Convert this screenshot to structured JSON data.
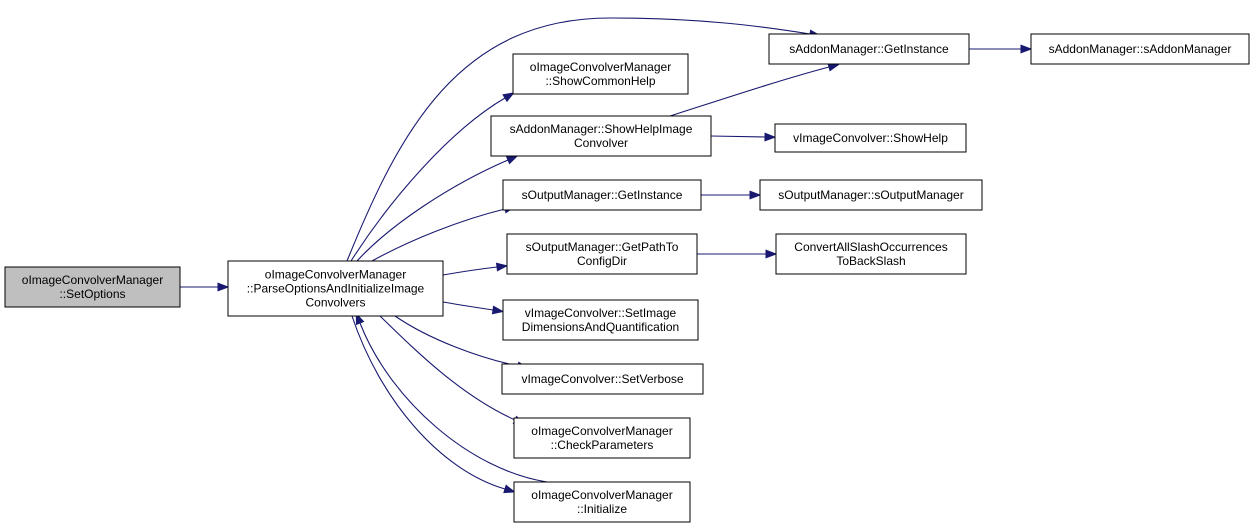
{
  "diagram": {
    "colors": {
      "edge": "#191970",
      "node_border": "#000000",
      "node_fill": "#ffffff",
      "root_fill": "#bfbfbf"
    },
    "nodes": [
      {
        "id": "set_options",
        "kind": "root",
        "lines": [
          "oImageConvolverManager",
          "::SetOptions"
        ]
      },
      {
        "id": "parse_options",
        "lines": [
          "oImageConvolverManager",
          "::ParseOptionsAndInitializeImage",
          "Convolvers"
        ]
      },
      {
        "id": "show_common_help",
        "lines": [
          "oImageConvolverManager",
          "::ShowCommonHelp"
        ]
      },
      {
        "id": "show_help_image_convolver",
        "lines": [
          "sAddonManager::ShowHelpImage",
          "Convolver"
        ]
      },
      {
        "id": "output_get_instance",
        "lines": [
          "sOutputManager::GetInstance"
        ]
      },
      {
        "id": "get_path_to_config_dir",
        "lines": [
          "sOutputManager::GetPathTo",
          "ConfigDir"
        ]
      },
      {
        "id": "set_image_dimensions",
        "lines": [
          "vImageConvolver::SetImage",
          "DimensionsAndQuantification"
        ]
      },
      {
        "id": "set_verbose",
        "lines": [
          "vImageConvolver::SetVerbose"
        ]
      },
      {
        "id": "check_parameters",
        "lines": [
          "oImageConvolverManager",
          "::CheckParameters"
        ]
      },
      {
        "id": "initialize",
        "lines": [
          "oImageConvolverManager",
          "::Initialize"
        ]
      },
      {
        "id": "addon_get_instance",
        "lines": [
          "sAddonManager::GetInstance"
        ]
      },
      {
        "id": "addon_ctor",
        "lines": [
          "sAddonManager::sAddonManager"
        ]
      },
      {
        "id": "show_help",
        "lines": [
          "vImageConvolver::ShowHelp"
        ]
      },
      {
        "id": "output_ctor",
        "lines": [
          "sOutputManager::sOutputManager"
        ]
      },
      {
        "id": "convert_slash",
        "lines": [
          "ConvertAllSlashOccurrences",
          "ToBackSlash"
        ]
      }
    ],
    "edges": [
      {
        "from": "set_options",
        "to": "parse_options"
      },
      {
        "from": "parse_options",
        "to": "addon_get_instance"
      },
      {
        "from": "parse_options",
        "to": "show_common_help"
      },
      {
        "from": "parse_options",
        "to": "show_help_image_convolver"
      },
      {
        "from": "parse_options",
        "to": "output_get_instance"
      },
      {
        "from": "parse_options",
        "to": "get_path_to_config_dir"
      },
      {
        "from": "parse_options",
        "to": "set_image_dimensions"
      },
      {
        "from": "parse_options",
        "to": "set_verbose"
      },
      {
        "from": "parse_options",
        "to": "check_parameters"
      },
      {
        "from": "parse_options",
        "to": "initialize"
      },
      {
        "from": "initialize",
        "to": "parse_options"
      },
      {
        "from": "addon_get_instance",
        "to": "addon_ctor"
      },
      {
        "from": "show_help_image_convolver",
        "to": "addon_get_instance"
      },
      {
        "from": "show_help_image_convolver",
        "to": "show_help"
      },
      {
        "from": "output_get_instance",
        "to": "output_ctor"
      },
      {
        "from": "get_path_to_config_dir",
        "to": "convert_slash"
      }
    ]
  }
}
